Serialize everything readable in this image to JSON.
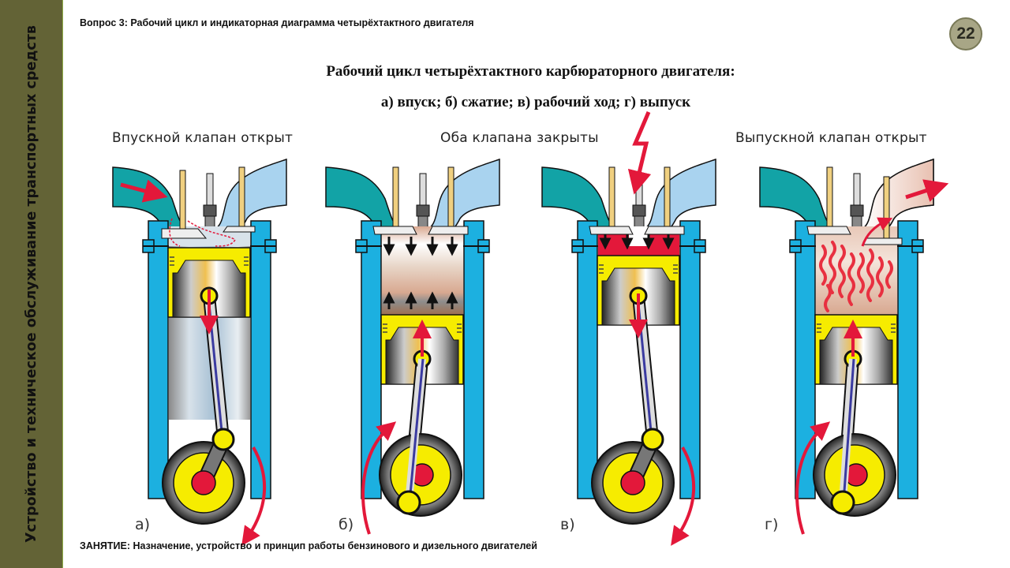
{
  "sidebar": {
    "course_title": "Устройство и техническое обслуживание транспортных средств"
  },
  "header": {
    "question": "Вопрос 3: Рабочий цикл и индикаторная диаграмма четырёхтактного двигателя",
    "slide_number": "22"
  },
  "main": {
    "title_line1": "Рабочий цикл четырёхтактного карбюраторного двигателя:",
    "title_line2": "а) впуск; б) сжатие; в) рабочий ход; г) выпуск"
  },
  "diagram": {
    "captions": {
      "intake_valve_open": "Впускной клапан открыт",
      "both_valves_closed": "Оба клапана закрыты",
      "exhaust_valve_open": "Выпускной клапан открыт"
    },
    "strokes": [
      {
        "letter": "а)",
        "name": "впуск",
        "piston_direction": "down",
        "crank_rotation": "clockwise"
      },
      {
        "letter": "б)",
        "name": "сжатие",
        "piston_direction": "up",
        "crank_rotation": "clockwise"
      },
      {
        "letter": "в)",
        "name": "рабочий ход",
        "piston_direction": "down",
        "crank_rotation": "clockwise"
      },
      {
        "letter": "г)",
        "name": "выпуск",
        "piston_direction": "up",
        "crank_rotation": "clockwise"
      }
    ],
    "colors": {
      "intake_port": "#12a3a6",
      "exhaust_port": "#a9d3ef",
      "cylinder_wall": "#1cb0e0",
      "piston": "#f6ec00",
      "arrow": "#e3183a",
      "mixture_compressed": "#d8a890",
      "combustion": "#e83040"
    }
  },
  "footer": {
    "lesson": "ЗАНЯТИЕ: Назначение, устройство и принцип работы бензинового и дизельного двигателей"
  }
}
